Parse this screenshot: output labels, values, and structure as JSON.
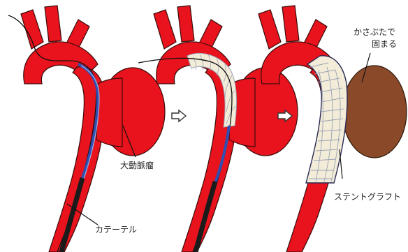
{
  "labels": {
    "aneurysm": "大動脈瘤",
    "catheter": "カテーテル",
    "clot_line1": "かさぶたで",
    "clot_line2": "固まる",
    "stent_graft": "ステントグラフト"
  },
  "icons": {
    "step_arrow": "outline-right-arrow-icon"
  },
  "colors": {
    "aorta_red": "#e8131c",
    "aorta_outline": "#3a0b0b",
    "catheter_black": "#1b1b1b",
    "guidewire_blue": "#2f4fb3",
    "stent_fill": "#f3ecd8",
    "stent_line": "#9aa3b5",
    "clot_brown": "#8a4a2a"
  }
}
